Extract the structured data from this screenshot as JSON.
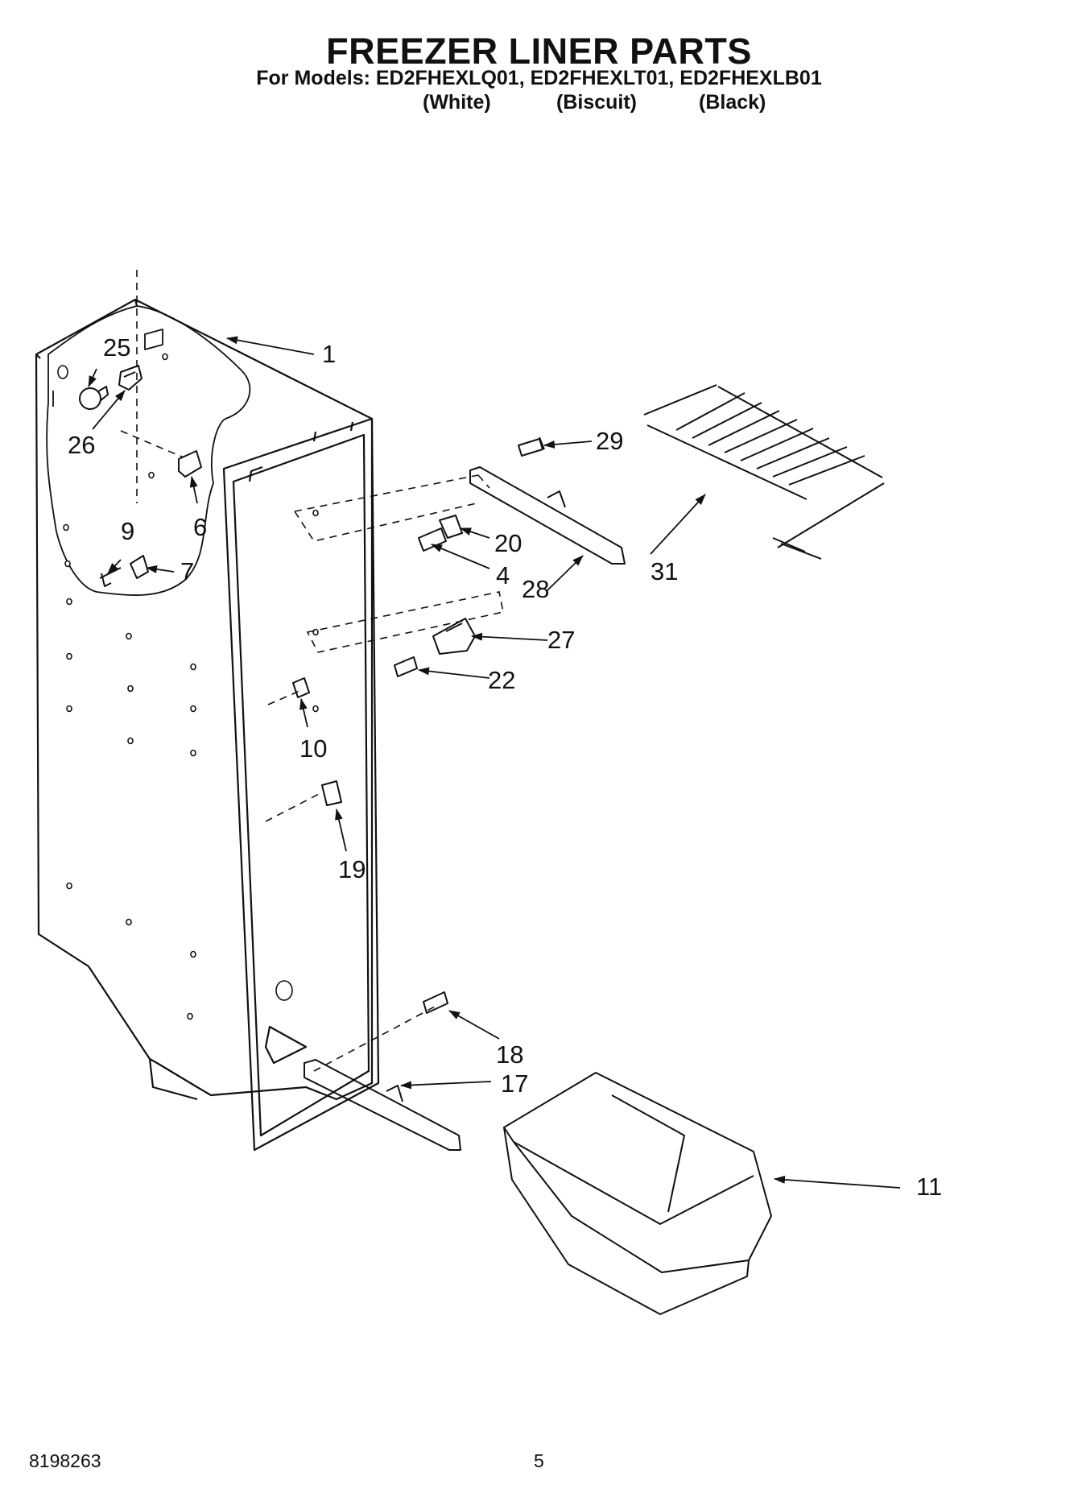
{
  "header": {
    "title": "FREEZER LINER PARTS",
    "models": "For Models: ED2FHEXLQ01, ED2FHEXLT01, ED2FHEXLB01",
    "variants": [
      "(White)",
      "(Biscuit)",
      "(Black)"
    ]
  },
  "callouts": [
    "1",
    "25",
    "26",
    "6",
    "9",
    "7",
    "29",
    "20",
    "4",
    "28",
    "31",
    "27",
    "22",
    "10",
    "19",
    "18",
    "17",
    "11"
  ],
  "footer": {
    "doc_number": "8198263",
    "page_number": "5"
  }
}
